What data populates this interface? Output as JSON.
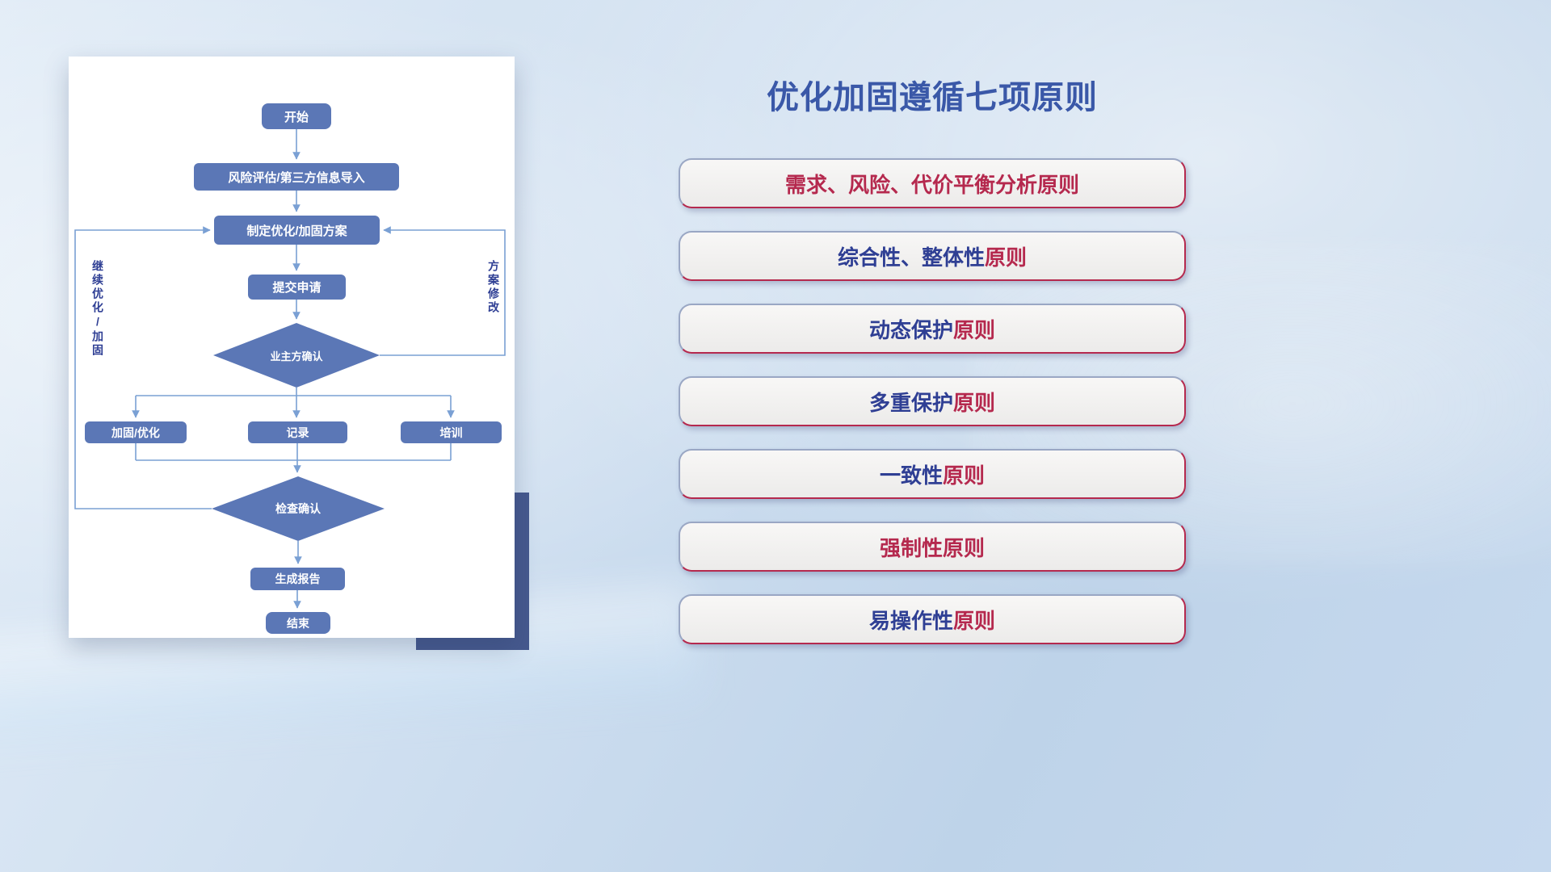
{
  "title": "优化加固遵循七项原则",
  "colors": {
    "line-blue": "#7aa0d4",
    "node-blue": "#5b77b6",
    "title-blue": "#3a58a8",
    "crimson": "#b5294e",
    "navy": "#2f3f94",
    "accent-dark": "#46598e"
  },
  "flowchart": {
    "nodes": {
      "start": "开始",
      "risk_import": "风险评估/第三方信息导入",
      "make_plan": "制定优化/加固方案",
      "submit": "提交申请",
      "owner_confirm": "业主方确认",
      "reinforce": "加固/优化",
      "record": "记录",
      "training": "培训",
      "check_confirm": "检查确认",
      "report": "生成报告",
      "end": "结束"
    },
    "loop_labels": {
      "left": "继续优化/加固",
      "right": "方案修改"
    },
    "edges": [
      "开始 → 风险评估/第三方信息导入",
      "风险评估/第三方信息导入 → 制定优化/加固方案",
      "制定优化/加固方案 → 提交申请",
      "提交申请 → 业主方确认",
      "业主方确认 → 加固/优化",
      "业主方确认 → 记录",
      "业主方确认 → 培训",
      "业主方确认 → 制定优化/加固方案 (方案修改)",
      "加固/优化 → 检查确认",
      "记录 → 检查确认",
      "培训 → 检查确认",
      "检查确认 → 制定优化/加固方案 (继续优化/加固)",
      "检查确认 → 生成报告",
      "生成报告 → 结束"
    ]
  },
  "principles": [
    {
      "segments": [
        {
          "text": "需求、风险、代价平衡分析原则",
          "color": "#b5294e"
        }
      ]
    },
    {
      "segments": [
        {
          "text": "综合性、整体性",
          "color": "#2f3f94"
        },
        {
          "text": "原则",
          "color": "#b5294e"
        }
      ]
    },
    {
      "segments": [
        {
          "text": "动态保护",
          "color": "#2f3f94"
        },
        {
          "text": "原则",
          "color": "#b5294e"
        }
      ]
    },
    {
      "segments": [
        {
          "text": "多重保护",
          "color": "#2f3f94"
        },
        {
          "text": "原则",
          "color": "#b5294e"
        }
      ]
    },
    {
      "segments": [
        {
          "text": "一致性",
          "color": "#2f3f94"
        },
        {
          "text": "原则",
          "color": "#b5294e"
        }
      ]
    },
    {
      "segments": [
        {
          "text": "强制性原则",
          "color": "#b5294e"
        }
      ]
    },
    {
      "segments": [
        {
          "text": "易操作性",
          "color": "#2f3f94"
        },
        {
          "text": "原则",
          "color": "#b5294e"
        }
      ]
    }
  ]
}
